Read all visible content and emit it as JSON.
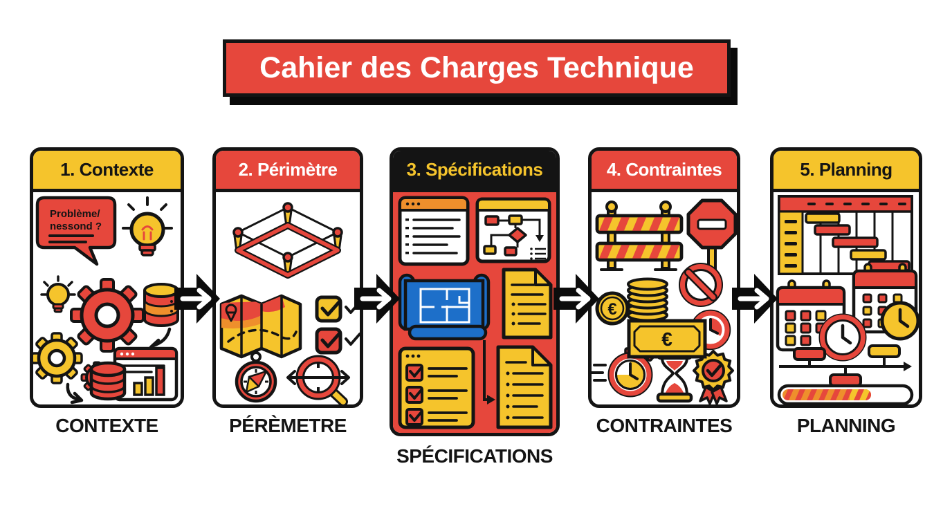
{
  "title": "Cahier des Charges Technique",
  "steps": [
    {
      "header": "1. Contexte",
      "label": "CONTEXTE",
      "header_bg": "#F5C42C",
      "header_fg": "#141414",
      "body_bg": "#FFFFFF",
      "icons": [
        "speech-bubble-icon",
        "lightbulb-icon",
        "small-lightbulb-icon",
        "gear-icon",
        "yellow-gear-icon",
        "small-gear-icon",
        "database-icon",
        "curved-arrow-icon",
        "browser-chart-icon",
        "red-database-icon"
      ]
    },
    {
      "header": "2. Périmètre",
      "label": "PÉRÈMETRE",
      "header_bg": "#E6473C",
      "header_fg": "#FFFFFF",
      "body_bg": "#FFFFFF",
      "icons": [
        "perimeter-pins-icon",
        "map-icon",
        "yellow-checkbox-icon",
        "red-checkbox-icon",
        "compass-icon",
        "magnifier-crosshair-icon"
      ]
    },
    {
      "header": "3. Spécifications",
      "label": "SPÉCIFICATIONS",
      "header_bg": "#141414",
      "header_fg": "#F5C42C",
      "body_bg": "#E6473C",
      "icons": [
        "list-window-icon",
        "flowchart-window-icon",
        "blueprint-icon",
        "document-icon",
        "checklist-window-icon",
        "document-icon",
        "connector-arrow-icon"
      ]
    },
    {
      "header": "4. Contraintes",
      "label": "CONTRAINTES",
      "header_bg": "#E6473C",
      "header_fg": "#FFFFFF",
      "body_bg": "#FFFFFF",
      "icons": [
        "barrier-icon",
        "stop-sign-icon",
        "coin-stack-icon",
        "euro-coin-icon",
        "banknote-icon",
        "prohibition-icon",
        "clock-icon",
        "stopwatch-icon",
        "hourglass-icon",
        "award-icon"
      ]
    },
    {
      "header": "5. Planning",
      "label": "PLANNING",
      "header_bg": "#F5C42C",
      "header_fg": "#141414",
      "body_bg": "#FFFFFF",
      "icons": [
        "gantt-chart-icon",
        "calendar-icon",
        "calendar-icon",
        "red-clock-icon",
        "yellow-clock-icon",
        "timeline-icon",
        "progress-bar-icon"
      ]
    }
  ],
  "card1": {
    "bubble_line1": "Problème/",
    "bubble_line2": "nessond ?"
  },
  "card4": {
    "coin_text": "€",
    "banknote_text": "€"
  },
  "flow": {
    "arrow_icon": "flow-arrow-icon",
    "count": 4
  },
  "colors": {
    "red": "#E6473C",
    "yellow": "#F5C42C",
    "orange": "#EE8F2C",
    "black": "#141414",
    "blue": "#1D6FC9",
    "white": "#FFFFFF",
    "background": "#FFFFFF",
    "title_bg": "#E6473C",
    "title_fg": "#FFFFFF"
  }
}
